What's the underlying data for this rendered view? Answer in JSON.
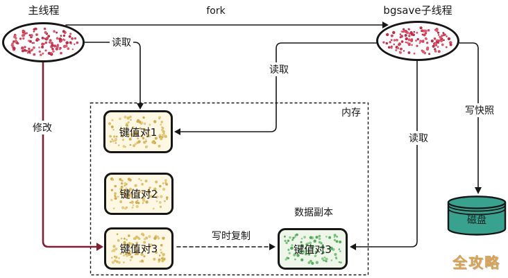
{
  "diagram": {
    "nodes": {
      "main_thread": {
        "label": "主线程"
      },
      "bgsave_thread": {
        "label": "bgsave子线程"
      },
      "memory": {
        "label": "内存"
      },
      "kv1": {
        "label": "键值对1"
      },
      "kv2": {
        "label": "键值对2"
      },
      "kv3": {
        "label": "键值对3"
      },
      "data_copy": {
        "label": "数据副本"
      },
      "kv3_copy": {
        "label": "键值对3"
      },
      "disk": {
        "label": "磁盘"
      }
    },
    "edges": {
      "fork": {
        "label": "fork"
      },
      "read_main": {
        "label": "读取"
      },
      "read_kv1": {
        "label": "读取"
      },
      "read_copy": {
        "label": "读取"
      },
      "modify": {
        "label": "修改"
      },
      "copy_on_write": {
        "label": "写时复制"
      },
      "write_snapshot": {
        "label": "写快照"
      }
    },
    "watermark": "全攻略",
    "colors": {
      "line": "#161616",
      "node_border": "#161616",
      "red_dots": [
        "#d4415b",
        "#bc2d49",
        "#e0596b"
      ],
      "yellow_box_bg": "#fdf7e3",
      "yellow_dots": [
        "#dfc06a",
        "#d3ad52",
        "#e6cc85"
      ],
      "green_box_bg": "#edf6e9",
      "green_dots": [
        "#79bf7b",
        "#57aa5f",
        "#8fcb90"
      ],
      "disk_fill": "#38a28e",
      "modify_arrow": "#801f35",
      "watermark": "#d8a254"
    }
  }
}
